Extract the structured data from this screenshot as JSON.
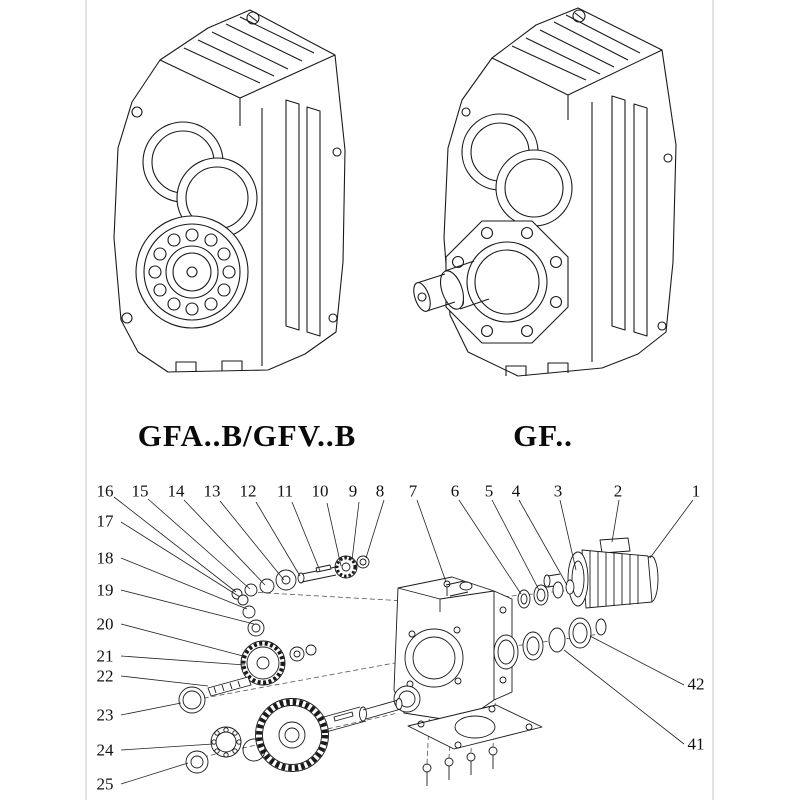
{
  "page": {
    "background": "#ffffff",
    "line_color": "#1a1a1a"
  },
  "figures": [
    {
      "id": "gfab-gfvb",
      "label": "GFA..B/GFV..B"
    },
    {
      "id": "gf",
      "label": "GF.."
    }
  ],
  "exploded_view": {
    "callouts_top": [
      "16",
      "15",
      "14",
      "13",
      "12",
      "11",
      "10",
      "9",
      "8",
      "7",
      "6",
      "5",
      "4",
      "3",
      "2",
      "1"
    ],
    "callouts_left": [
      "17",
      "18",
      "19",
      "20",
      "21",
      "22",
      "23",
      "24",
      "25"
    ],
    "callouts_right": [
      "42",
      "41"
    ]
  }
}
